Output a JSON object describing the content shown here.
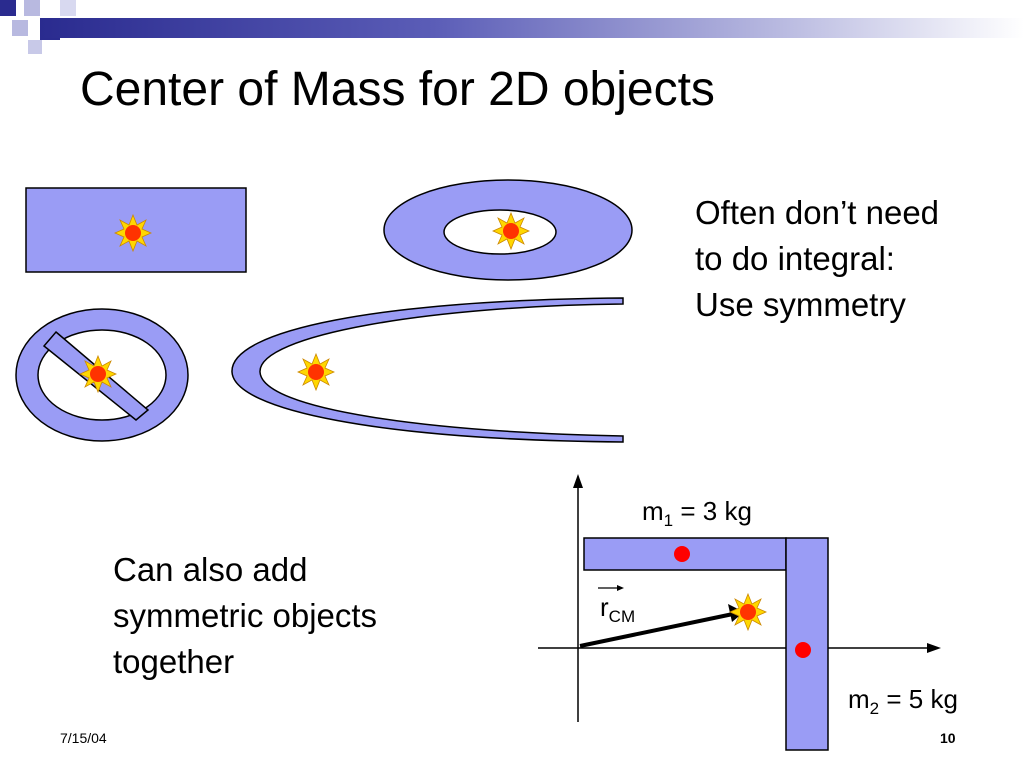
{
  "slide": {
    "title": "Center of Mass for 2D objects",
    "text_right": [
      "Often don’t need",
      "to do integral:",
      "Use symmetry"
    ],
    "text_left": [
      "Can also add",
      "symmetric objects",
      "together"
    ],
    "m1_label": {
      "mass": "m",
      "sub": "1",
      "value": "= 3 kg"
    },
    "m2_label": {
      "mass": "m",
      "sub": "2",
      "value": "= 5 kg"
    },
    "rcm_label": {
      "symbol": "r",
      "sub": "CM"
    },
    "date": "7/15/04",
    "page_number": "10"
  },
  "colors": {
    "shape_fill": "#9a9cf5",
    "dot": "#ff0000",
    "star_outer": "#ffd700",
    "star_inner": "#ff3300",
    "header_dark": "#2a2b8f"
  }
}
